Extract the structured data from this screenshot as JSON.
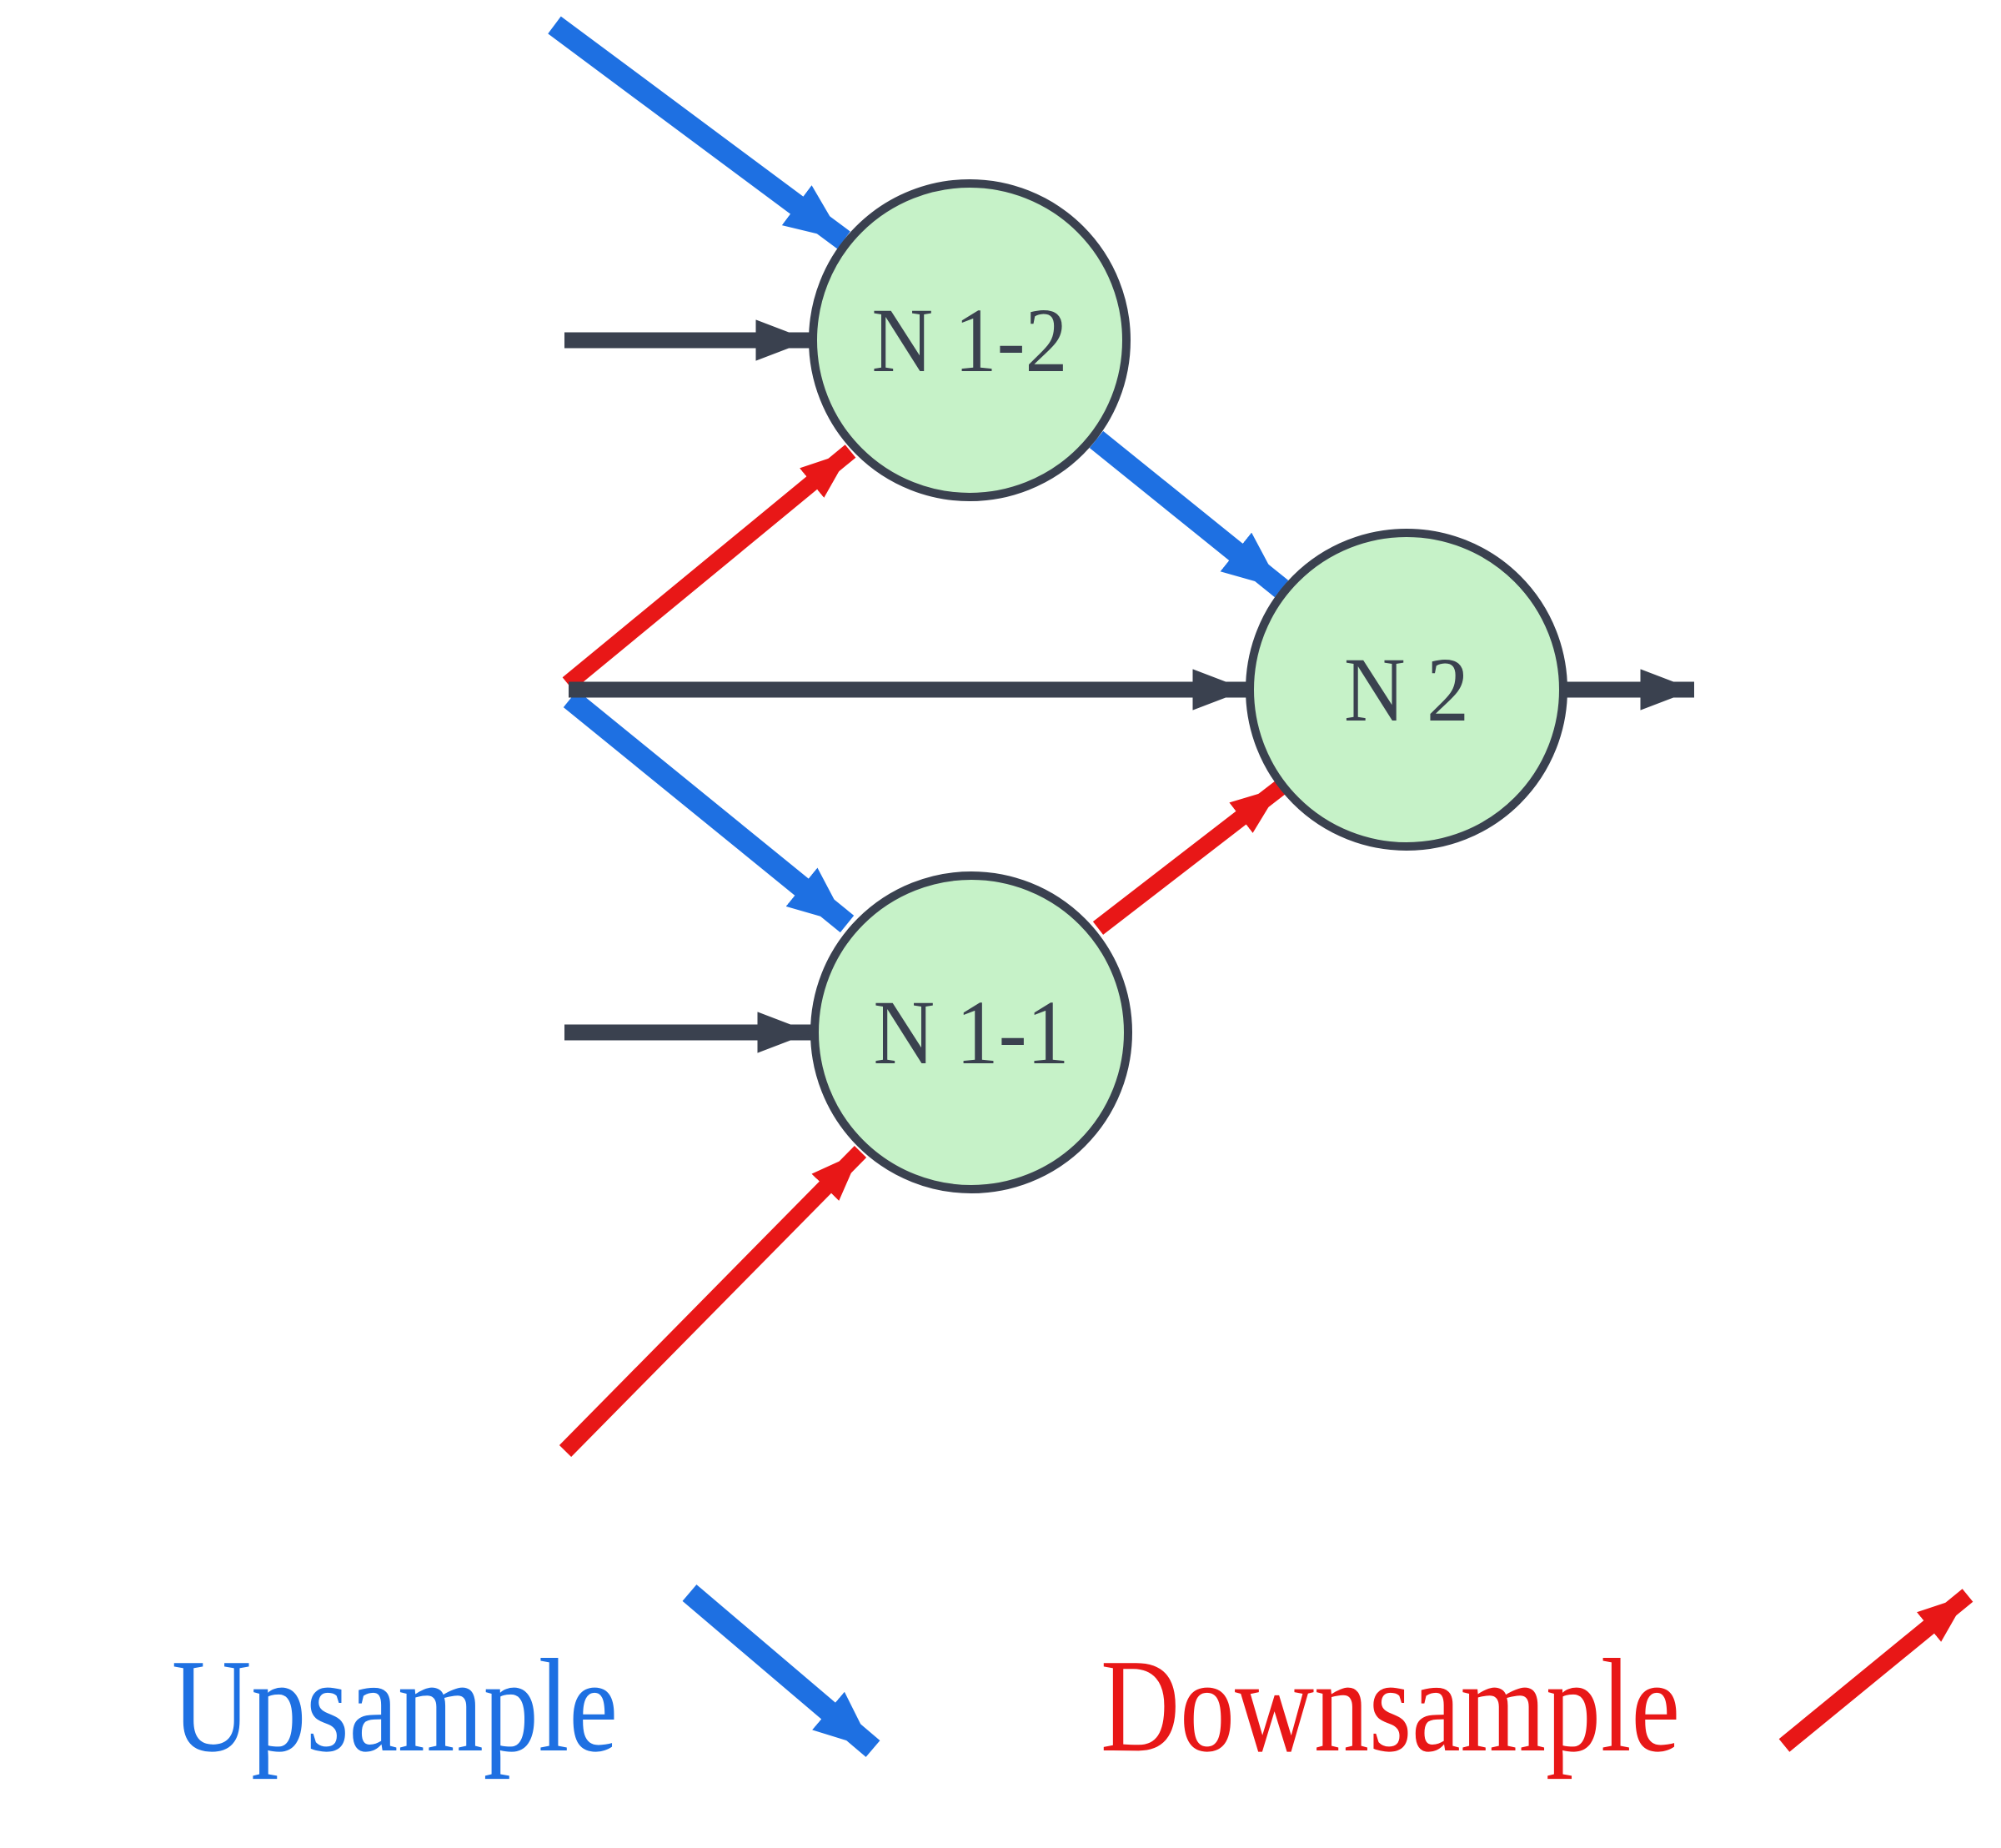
{
  "diagram": {
    "title": "",
    "nodes": [
      {
        "id": "n1-2",
        "label": "N 1-2"
      },
      {
        "id": "n2",
        "label": "N 2"
      },
      {
        "id": "n1-1",
        "label": "N 1-1"
      }
    ],
    "arrows": [
      {
        "name": "upsample-input-to-n1-2",
        "type": "upsample",
        "from": "external-top-left",
        "to": "N 1-2"
      },
      {
        "name": "plain-input-to-n1-2",
        "type": "plain",
        "from": "external-left",
        "to": "N 1-2"
      },
      {
        "name": "downsample-branch-to-n1-2",
        "type": "downsample",
        "from": "branch-point",
        "to": "N 1-2"
      },
      {
        "name": "upsample-n1-2-to-n2",
        "type": "upsample",
        "from": "N 1-2",
        "to": "N 2"
      },
      {
        "name": "plain-branch-to-n2",
        "type": "plain",
        "from": "branch-point",
        "to": "N 2"
      },
      {
        "name": "upsample-branch-to-n1-1",
        "type": "upsample",
        "from": "branch-point",
        "to": "N 1-1"
      },
      {
        "name": "plain-input-to-n1-1",
        "type": "plain",
        "from": "external-left",
        "to": "N 1-1"
      },
      {
        "name": "downsample-input-to-n1-1",
        "type": "downsample",
        "from": "external-bottom-left",
        "to": "N 1-1"
      },
      {
        "name": "downsample-n1-1-to-n2",
        "type": "downsample",
        "from": "N 1-1",
        "to": "N 2"
      },
      {
        "name": "output-from-n2",
        "type": "plain",
        "from": "N 2",
        "to": "output"
      }
    ],
    "legend": {
      "upsample_label": "Upsample",
      "downsample_label": "Downsample"
    },
    "colors": {
      "background": "#ffffff",
      "node_fill": "#c6f2c8",
      "outline": "#3a414f",
      "upsample_blue": "#1e70e2",
      "downsample_red": "#e81717"
    }
  }
}
